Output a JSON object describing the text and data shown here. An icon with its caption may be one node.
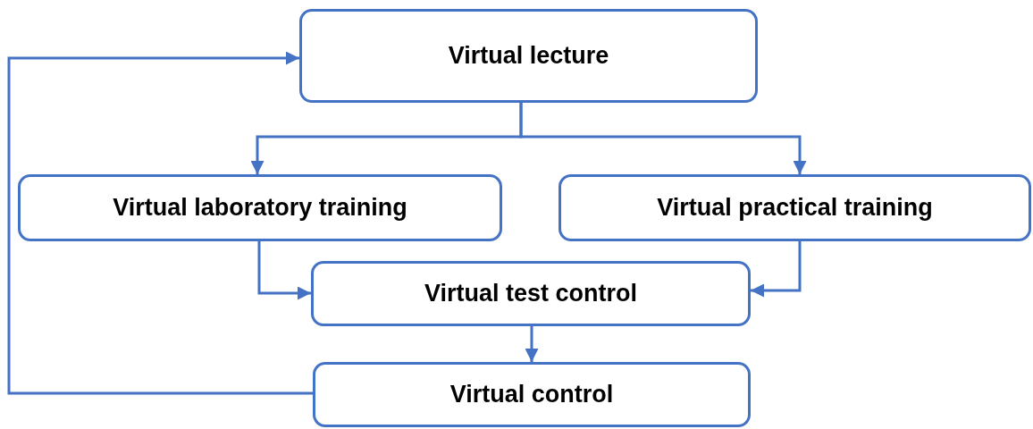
{
  "diagram": {
    "nodes": [
      {
        "text": [
          "Virtual lecture"
        ]
      },
      {
        "text": [
          "Virtual laboratory training"
        ]
      },
      {
        "text": [
          "Virtual practical training"
        ]
      },
      {
        "text": [
          "Virtual test control"
        ]
      },
      {
        "text": [
          "Virtual control"
        ]
      }
    ],
    "edges": [
      {
        "from": 0,
        "to": 1,
        "arrow": "to"
      },
      {
        "from": 0,
        "to": 2,
        "arrow": "to"
      },
      {
        "from": 1,
        "to": 3,
        "arrow": "to"
      },
      {
        "from": 2,
        "to": 3,
        "arrow": "to"
      },
      {
        "from": 3,
        "to": 4,
        "arrow": "to"
      },
      {
        "from": 4,
        "to": 0,
        "arrow": "to"
      }
    ]
  }
}
